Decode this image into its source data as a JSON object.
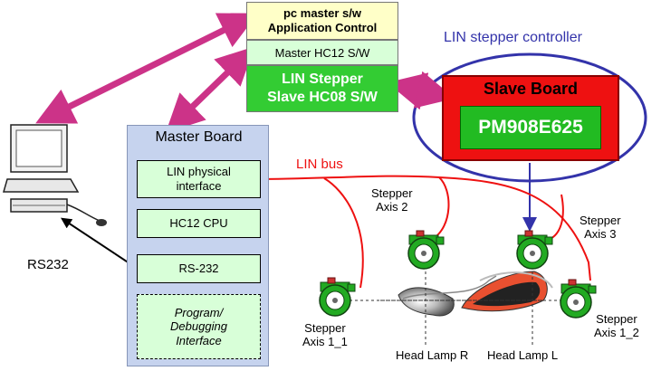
{
  "software_stack": {
    "app": "pc master s/w\nApplication Control",
    "master": "Master HC12 S/W",
    "slave": "LIN Stepper\nSlave HC08 S/W"
  },
  "lin_controller_label": "LIN stepper controller",
  "slave_board": {
    "title": "Slave Board",
    "chip": "PM908E625"
  },
  "master_board": {
    "title": "Master Board",
    "items": [
      "LIN physical\ninterface",
      "HC12 CPU",
      "RS-232",
      "Program/\nDebugging\nInterface"
    ]
  },
  "lin_bus_label": "LIN bus",
  "rs232_label": "RS232",
  "steppers": {
    "axis2": "Stepper\nAxis 2",
    "axis3": "Stepper\nAxis 3",
    "axis1_1": "Stepper\nAxis 1_1",
    "axis1_2": "Stepper\nAxis 1_2"
  },
  "head_lamps": {
    "right": "Head Lamp R",
    "left": "Head Lamp L"
  },
  "colors": {
    "arrow": "#cc3388",
    "lin_bus": "#ee1111",
    "controller_outline": "#3333aa",
    "slave_board": "#ee1111",
    "chip": "#22bb22",
    "master_board": "#c6d3ee",
    "stepper_housing": "#22aa22"
  }
}
